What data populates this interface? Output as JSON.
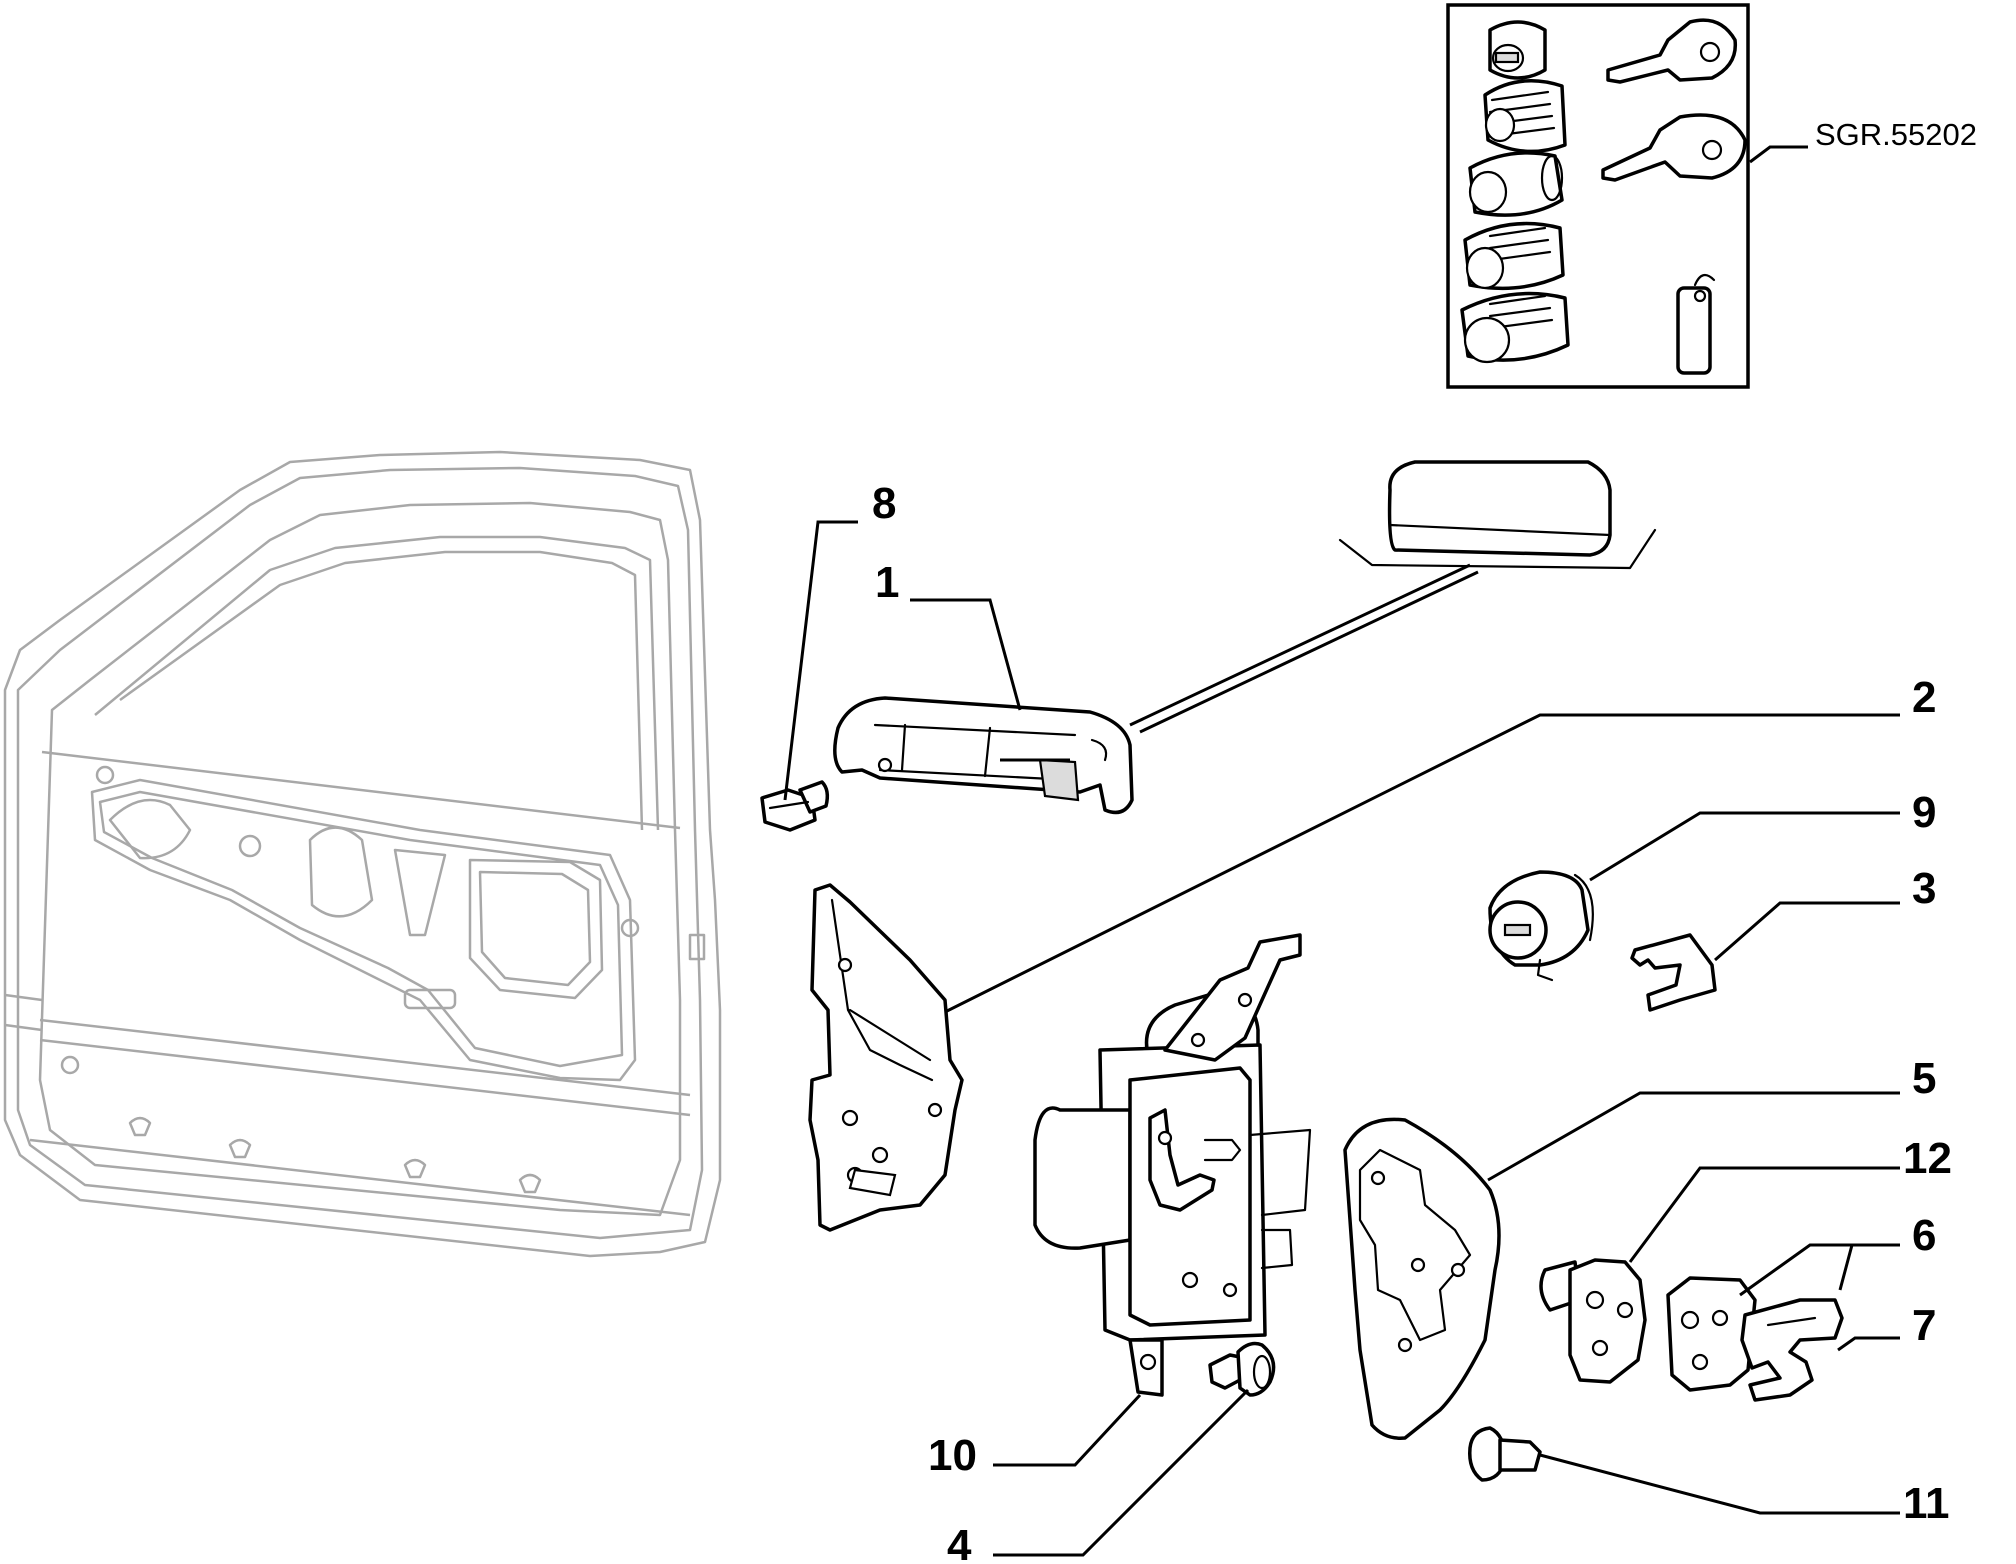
{
  "diagram": {
    "kit_code": "SGR.55202",
    "callouts": [
      {
        "id": "8",
        "text": "8"
      },
      {
        "id": "1",
        "text": "1"
      },
      {
        "id": "2",
        "text": "2"
      },
      {
        "id": "9",
        "text": "9"
      },
      {
        "id": "3",
        "text": "3"
      },
      {
        "id": "5",
        "text": "5"
      },
      {
        "id": "12",
        "text": "12"
      },
      {
        "id": "6",
        "text": "6"
      },
      {
        "id": "7",
        "text": "7"
      },
      {
        "id": "10",
        "text": "10"
      },
      {
        "id": "11",
        "text": "11"
      },
      {
        "id": "4",
        "text": "4"
      }
    ]
  }
}
